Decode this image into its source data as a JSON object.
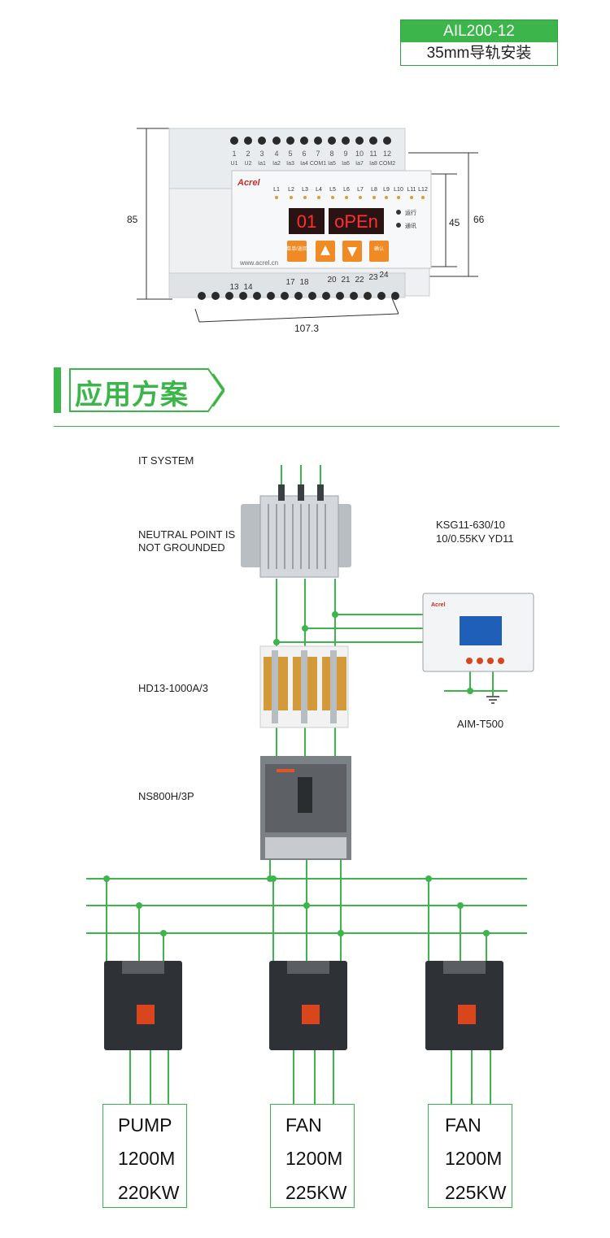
{
  "model": {
    "name": "AIL200-12",
    "mount": "35mm导轨安装"
  },
  "device": {
    "brand": "Acrel",
    "website": "www.acrel.cn",
    "display_left": "01",
    "display_right": "oPEn",
    "status_run": "运行",
    "status_comm": "通讯",
    "top_terminal_numbers": [
      "1",
      "2",
      "3",
      "4",
      "5",
      "6",
      "7",
      "8",
      "9",
      "10",
      "11",
      "12"
    ],
    "top_terminal_labels": [
      "U1",
      "U2",
      "Ia1",
      "Ia2",
      "Ia3",
      "Ia4",
      "COM1",
      "Ia5",
      "Ia6",
      "Ia7",
      "Ia8",
      "COM2"
    ],
    "led_labels": [
      "L1",
      "L2",
      "L3",
      "L4",
      "L5",
      "L6",
      "L7",
      "L8",
      "L9",
      "L10",
      "L11",
      "L12"
    ],
    "bottom_terminal_numbers": [
      "13",
      "14",
      "17",
      "18",
      "20",
      "21",
      "22",
      "23",
      "24"
    ],
    "buttons": [
      "菜单/返回",
      "▲",
      "▼",
      "确认"
    ],
    "dimensions": {
      "height": "85",
      "depth_front": "45",
      "depth_total": "66",
      "width": "107.3"
    }
  },
  "section": {
    "title": "应用方案"
  },
  "diagram": {
    "system_label": "IT SYSTEM",
    "neutral_label_line1": "NEUTRAL POINT IS",
    "neutral_label_line2": "NOT GROUNDED",
    "transformer_line1": "KSG11-630/10",
    "transformer_line2": "10/0.55KV YD11",
    "monitor_label": "AIM-T500",
    "switch_label": "HD13-1000A/3",
    "breaker_label": "NS800H/3P",
    "loads": [
      {
        "name": "PUMP",
        "length": "1200M",
        "power": "220KW"
      },
      {
        "name": "FAN",
        "length": "1200M",
        "power": "225KW"
      },
      {
        "name": "FAN",
        "length": "1200M",
        "power": "225KW"
      }
    ],
    "colors": {
      "wire": "#3cb54a",
      "accent": "#3cb54a"
    }
  }
}
